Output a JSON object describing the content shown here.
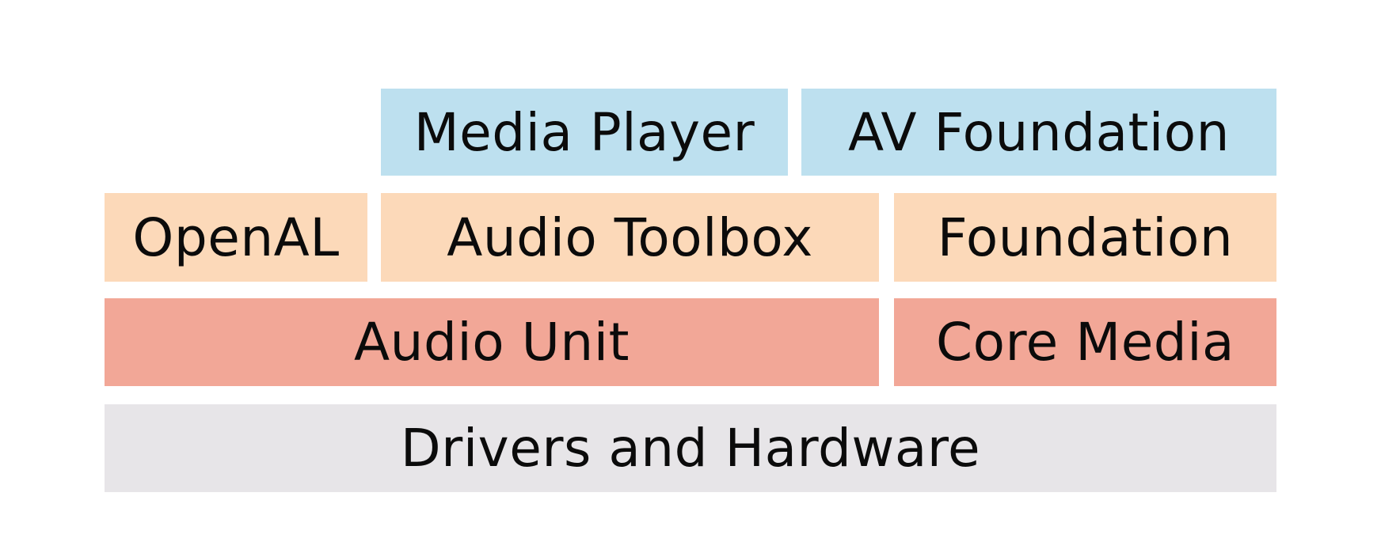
{
  "layers": {
    "top": {
      "media_player": "Media Player",
      "av_foundation": "AV Foundation"
    },
    "toolbox": {
      "openal": "OpenAL",
      "audio_toolbox": "Audio Toolbox",
      "foundation": "Foundation"
    },
    "core": {
      "audio_unit": "Audio Unit",
      "core_media": "Core Media"
    },
    "base": {
      "drivers": "Drivers and Hardware"
    }
  },
  "colors": {
    "top_layer": "#bde0ef",
    "toolbox_layer": "#fcd9b9",
    "core_layer": "#f2a797",
    "base_layer": "#e7e5e8"
  }
}
